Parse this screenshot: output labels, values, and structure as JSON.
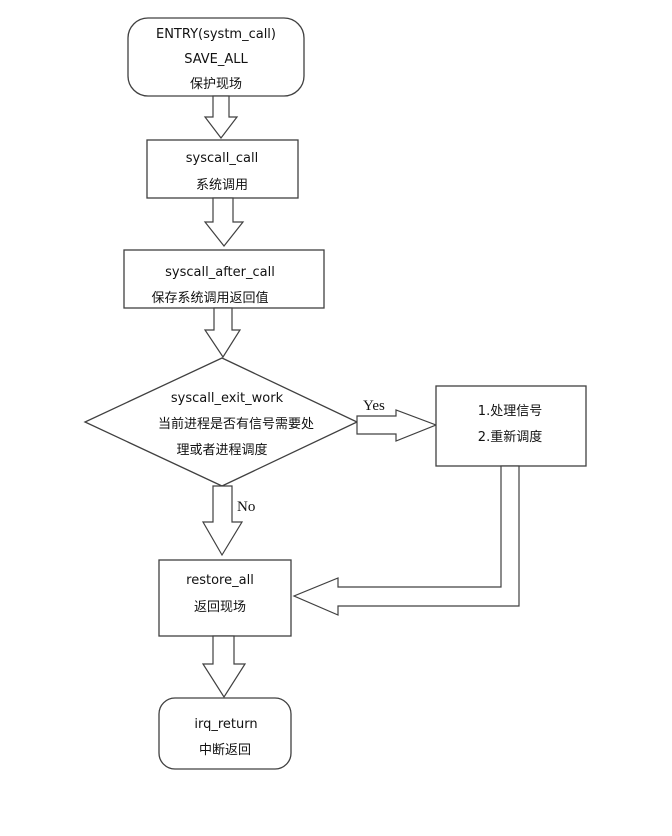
{
  "nodes": {
    "entry": {
      "line1": "ENTRY(systm_call)",
      "line2": "SAVE_ALL",
      "line3": "保护现场"
    },
    "syscall_call": {
      "line1": "syscall_call",
      "line2": "系统调用"
    },
    "syscall_after_call": {
      "line1": "syscall_after_call",
      "line2": "保存系统调用返回值"
    },
    "syscall_exit_work": {
      "line1": "syscall_exit_work",
      "line2": "当前进程是否有信号需要处",
      "line3": "理或者进程调度"
    },
    "handle": {
      "line1": "1.处理信号",
      "line2": "2.重新调度"
    },
    "restore_all": {
      "line1": "restore_all",
      "line2": "返回现场"
    },
    "irq_return": {
      "line1": "irq_return",
      "line2": "中断返回"
    }
  },
  "edges": {
    "yes_label": "Yes",
    "no_label": "No"
  },
  "colors": {
    "stroke": "#404040",
    "fill": "#ffffff"
  }
}
